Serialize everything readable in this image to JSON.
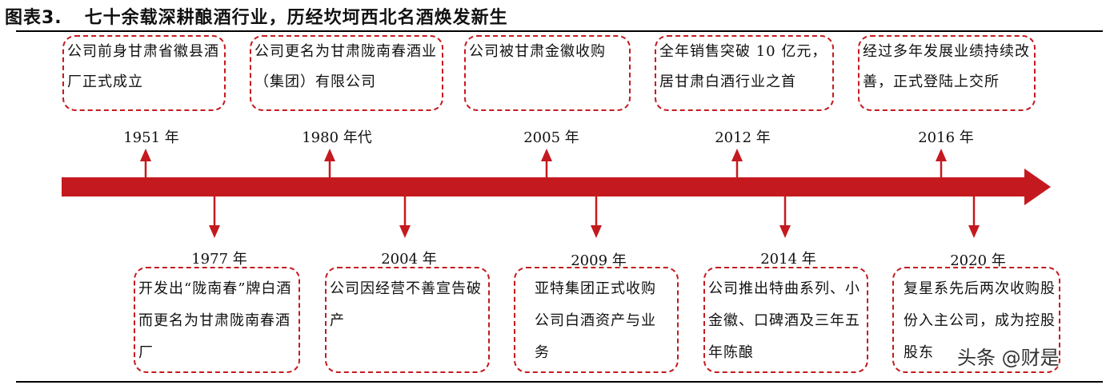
{
  "title": {
    "label": "图表3.",
    "text": "七十余载深耕酿酒行业，历经坎坷西北名酒焕发新生"
  },
  "colors": {
    "accent": "#c41a1f",
    "rule": "#000000"
  },
  "events_top": [
    {
      "year": "1951 年",
      "text": "公司前身甘肃省徽县酒厂正式成立"
    },
    {
      "year": "1980 年代",
      "text": "公司更名为甘肃陇南春酒业（集团）有限公司"
    },
    {
      "year": "2005 年",
      "text": "公司被甘肃金徽收购"
    },
    {
      "year": "2012 年",
      "text": "全年销售突破 10 亿元，居甘肃白酒行业之首"
    },
    {
      "year": "2016 年",
      "text": "经过多年发展业绩持续改善，正式登陆上交所"
    }
  ],
  "events_bottom": [
    {
      "year": "1977 年",
      "text": "开发出“陇南春”牌白酒而更名为甘肃陇南春酒厂"
    },
    {
      "year": "2004 年",
      "text": "公司因经营不善宣告破产"
    },
    {
      "year": "2009 年",
      "text": "亚特集团正式收购公司白酒资产与业务"
    },
    {
      "year": "2014 年",
      "text": "公司推出特曲系列、小金徽、口碑酒及三年五年陈酿"
    },
    {
      "year": "2020 年",
      "text": "复星系先后两次收购股份入主公司，成为控股股东"
    }
  ],
  "watermark": "头条 @财是"
}
